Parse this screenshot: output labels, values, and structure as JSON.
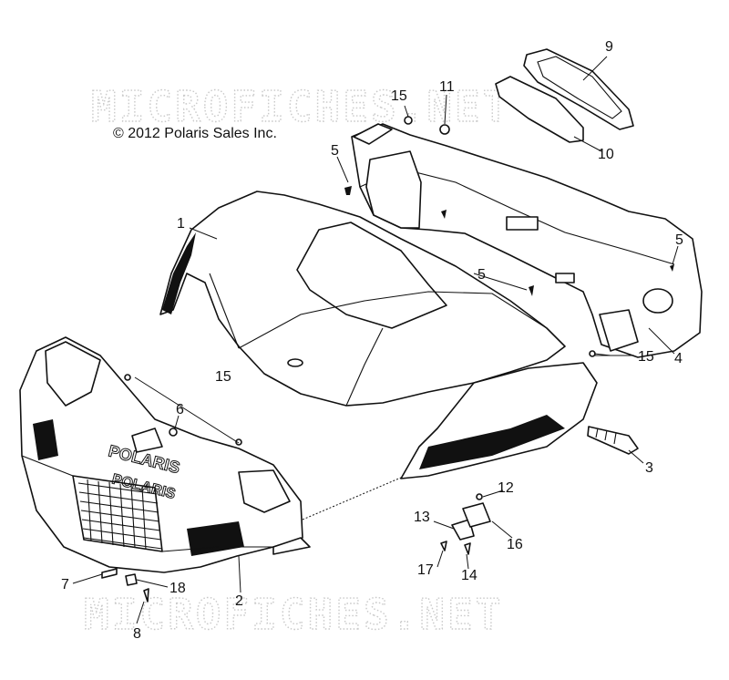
{
  "copyright": "© 2012 Polaris Sales Inc.",
  "watermarks": [
    "MICROFICHES.NET",
    "MICROFICHES.NET"
  ],
  "brand_marks": [
    "POLARIS",
    "POLARIS"
  ],
  "callouts": [
    {
      "id": "c1",
      "label": "1"
    },
    {
      "id": "c2",
      "label": "2"
    },
    {
      "id": "c3",
      "label": "3"
    },
    {
      "id": "c4",
      "label": "4"
    },
    {
      "id": "c5a",
      "label": "5"
    },
    {
      "id": "c5b",
      "label": "5"
    },
    {
      "id": "c5c",
      "label": "5"
    },
    {
      "id": "c6",
      "label": "6"
    },
    {
      "id": "c7",
      "label": "7"
    },
    {
      "id": "c8",
      "label": "8"
    },
    {
      "id": "c9",
      "label": "9"
    },
    {
      "id": "c10",
      "label": "10"
    },
    {
      "id": "c11",
      "label": "11"
    },
    {
      "id": "c12",
      "label": "12"
    },
    {
      "id": "c13",
      "label": "13"
    },
    {
      "id": "c14",
      "label": "14"
    },
    {
      "id": "c15a",
      "label": "15"
    },
    {
      "id": "c15b",
      "label": "15"
    },
    {
      "id": "c15c",
      "label": "15"
    },
    {
      "id": "c16",
      "label": "16"
    },
    {
      "id": "c17",
      "label": "17"
    },
    {
      "id": "c18",
      "label": "18"
    }
  ]
}
